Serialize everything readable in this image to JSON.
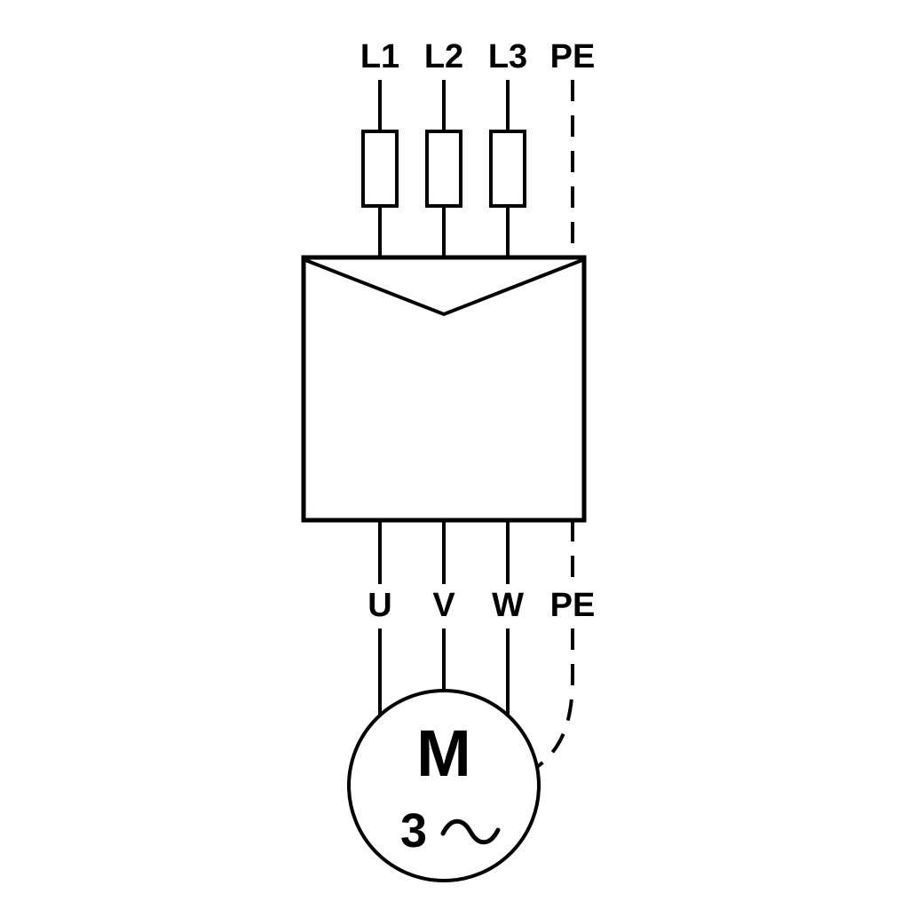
{
  "diagram": {
    "colors": {
      "line": "#000000",
      "background": "#ffffff"
    },
    "supply_terminals": [
      {
        "label": "L1"
      },
      {
        "label": "L2"
      },
      {
        "label": "L3"
      },
      {
        "label": "PE"
      }
    ],
    "motor_terminals": [
      {
        "label": "U"
      },
      {
        "label": "V"
      },
      {
        "label": "W"
      },
      {
        "label": "PE"
      }
    ],
    "motor": {
      "designation": "M",
      "phase_count": "3",
      "ac_symbol": "∼"
    }
  }
}
